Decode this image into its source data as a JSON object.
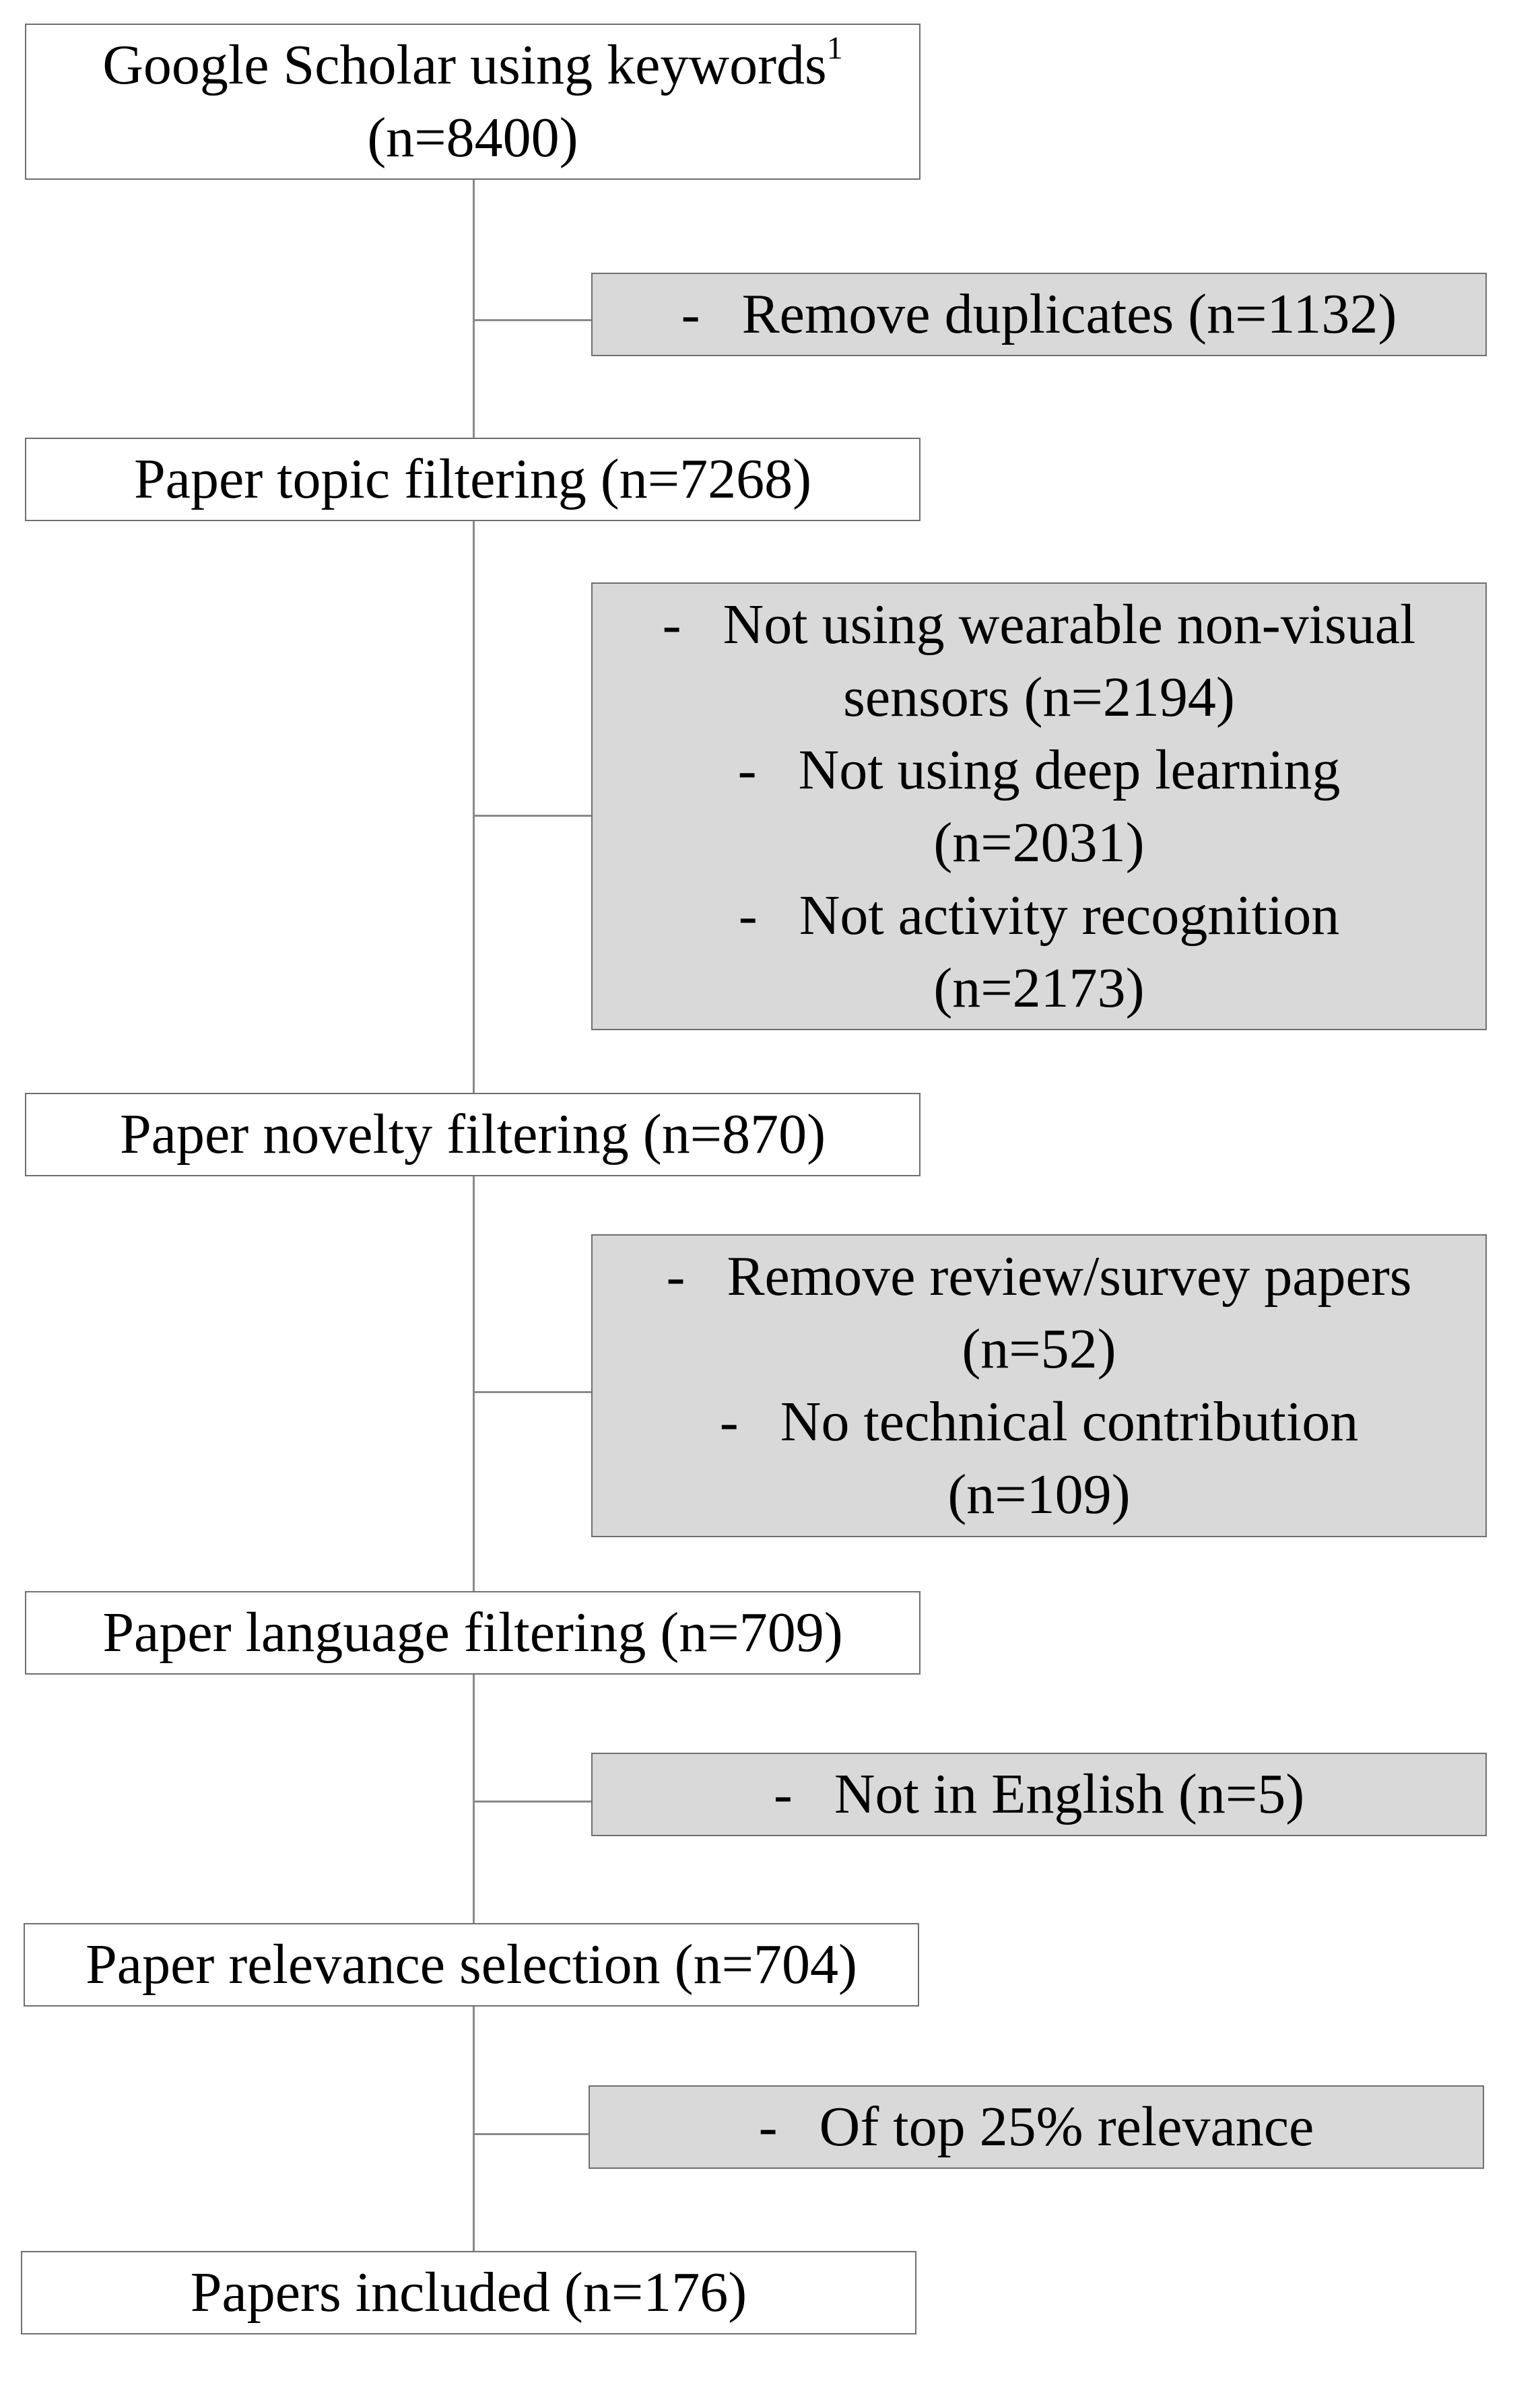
{
  "steps": [
    {
      "label": "Google Scholar using keywords",
      "sup": "1",
      "count": "(n=8400)"
    },
    {
      "label": "Paper topic filtering (n=7268)"
    },
    {
      "label": "Paper novelty filtering (n=870)"
    },
    {
      "label": "Paper language filtering (n=709)"
    },
    {
      "label": "Paper relevance selection (n=704)"
    },
    {
      "label": "Papers included (n=176)"
    }
  ],
  "exclusions": [
    {
      "items": [
        {
          "dash": "-",
          "lines": [
            "Remove duplicates (n=1132)"
          ]
        }
      ]
    },
    {
      "items": [
        {
          "dash": "-",
          "lines": [
            "Not using wearable non-visual",
            "sensors (n=2194)"
          ]
        },
        {
          "dash": "-",
          "lines": [
            "Not using deep learning",
            "(n=2031)"
          ]
        },
        {
          "dash": "-",
          "lines": [
            "Not activity recognition",
            "(n=2173)"
          ]
        }
      ]
    },
    {
      "items": [
        {
          "dash": "-",
          "lines": [
            "Remove review/survey papers",
            "(n=52)"
          ]
        },
        {
          "dash": "-",
          "lines": [
            "No technical contribution",
            "(n=109)"
          ]
        }
      ]
    },
    {
      "items": [
        {
          "dash": "-",
          "lines": [
            "Not in English (n=5)"
          ]
        }
      ]
    },
    {
      "items": [
        {
          "dash": "-",
          "lines": [
            "Of top 25% relevance"
          ]
        }
      ]
    }
  ]
}
